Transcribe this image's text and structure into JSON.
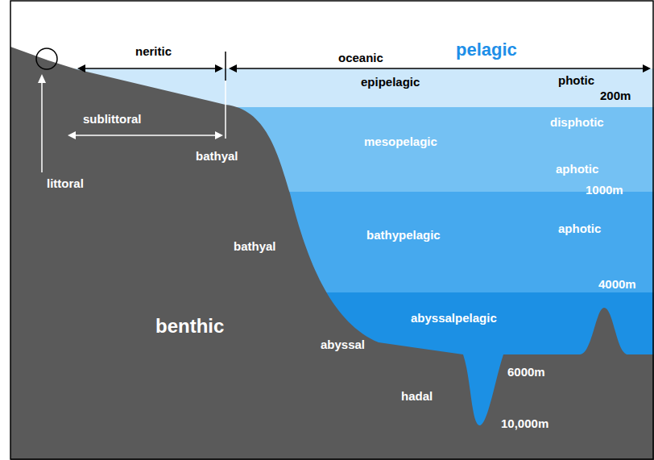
{
  "diagram": {
    "labels": [
      "pelagic",
      "neritic",
      "oceanic",
      "epipelagic",
      "photic",
      "200m",
      "sublittoral",
      "disphotic",
      "mesopelagic",
      "littoral",
      "bathyal",
      "aphotic",
      "1000m",
      "bathyal",
      "bathypelagic",
      "aphotic",
      "4000m",
      "benthic",
      "abyssalpelagic",
      "abyssal",
      "6000m",
      "hadal",
      "10,000m"
    ]
  }
}
